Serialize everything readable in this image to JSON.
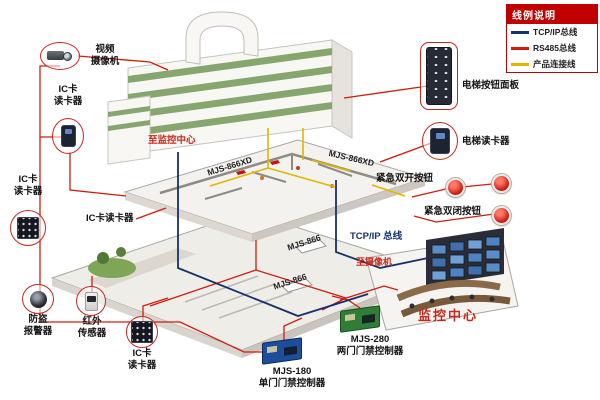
{
  "legend": {
    "title": "线例说明",
    "items": [
      {
        "label": "TCP/IP总线",
        "color": "#16306e"
      },
      {
        "label": "RS485总线",
        "color": "#d01c10"
      },
      {
        "label": "产品连接线",
        "color": "#e3b600"
      }
    ]
  },
  "devices": {
    "camera": "视频\n摄像机",
    "reader_top": "IC卡\n读卡器",
    "reader_left": "IC卡\n读卡器",
    "reader_inline": "IC卡读卡器",
    "alarm": "防盗\n报警器",
    "infrared": "红外\n传感器",
    "reader_bottom": "IC卡\n读卡器",
    "elevator_panel": "电梯按钮面板",
    "elevator_reader": "电梯读卡器",
    "emergency_open": "紧急双开按钮",
    "emergency_close": "紧急双闭按钮"
  },
  "annotations": {
    "to_monitor_center": "至监控中心",
    "to_camera": "至摄像机",
    "tcpip_bus": "TCP/IP 总线",
    "monitor_center": "监控中心",
    "controller_866xd_left": "MJS-866XD",
    "controller_866xd_right": "MJS-866XD",
    "controller_866_upper": "MJS-866",
    "controller_866_lower": "MJS-866"
  },
  "controllers": {
    "mjs180": "MJS-180\n单门门禁控制器",
    "mjs280": "MJS-280\n两门门禁控制器"
  },
  "colors": {
    "tcpip": "#16306e",
    "rs485": "#d01c10",
    "product": "#e3b600",
    "accent_red": "#c8281c"
  }
}
